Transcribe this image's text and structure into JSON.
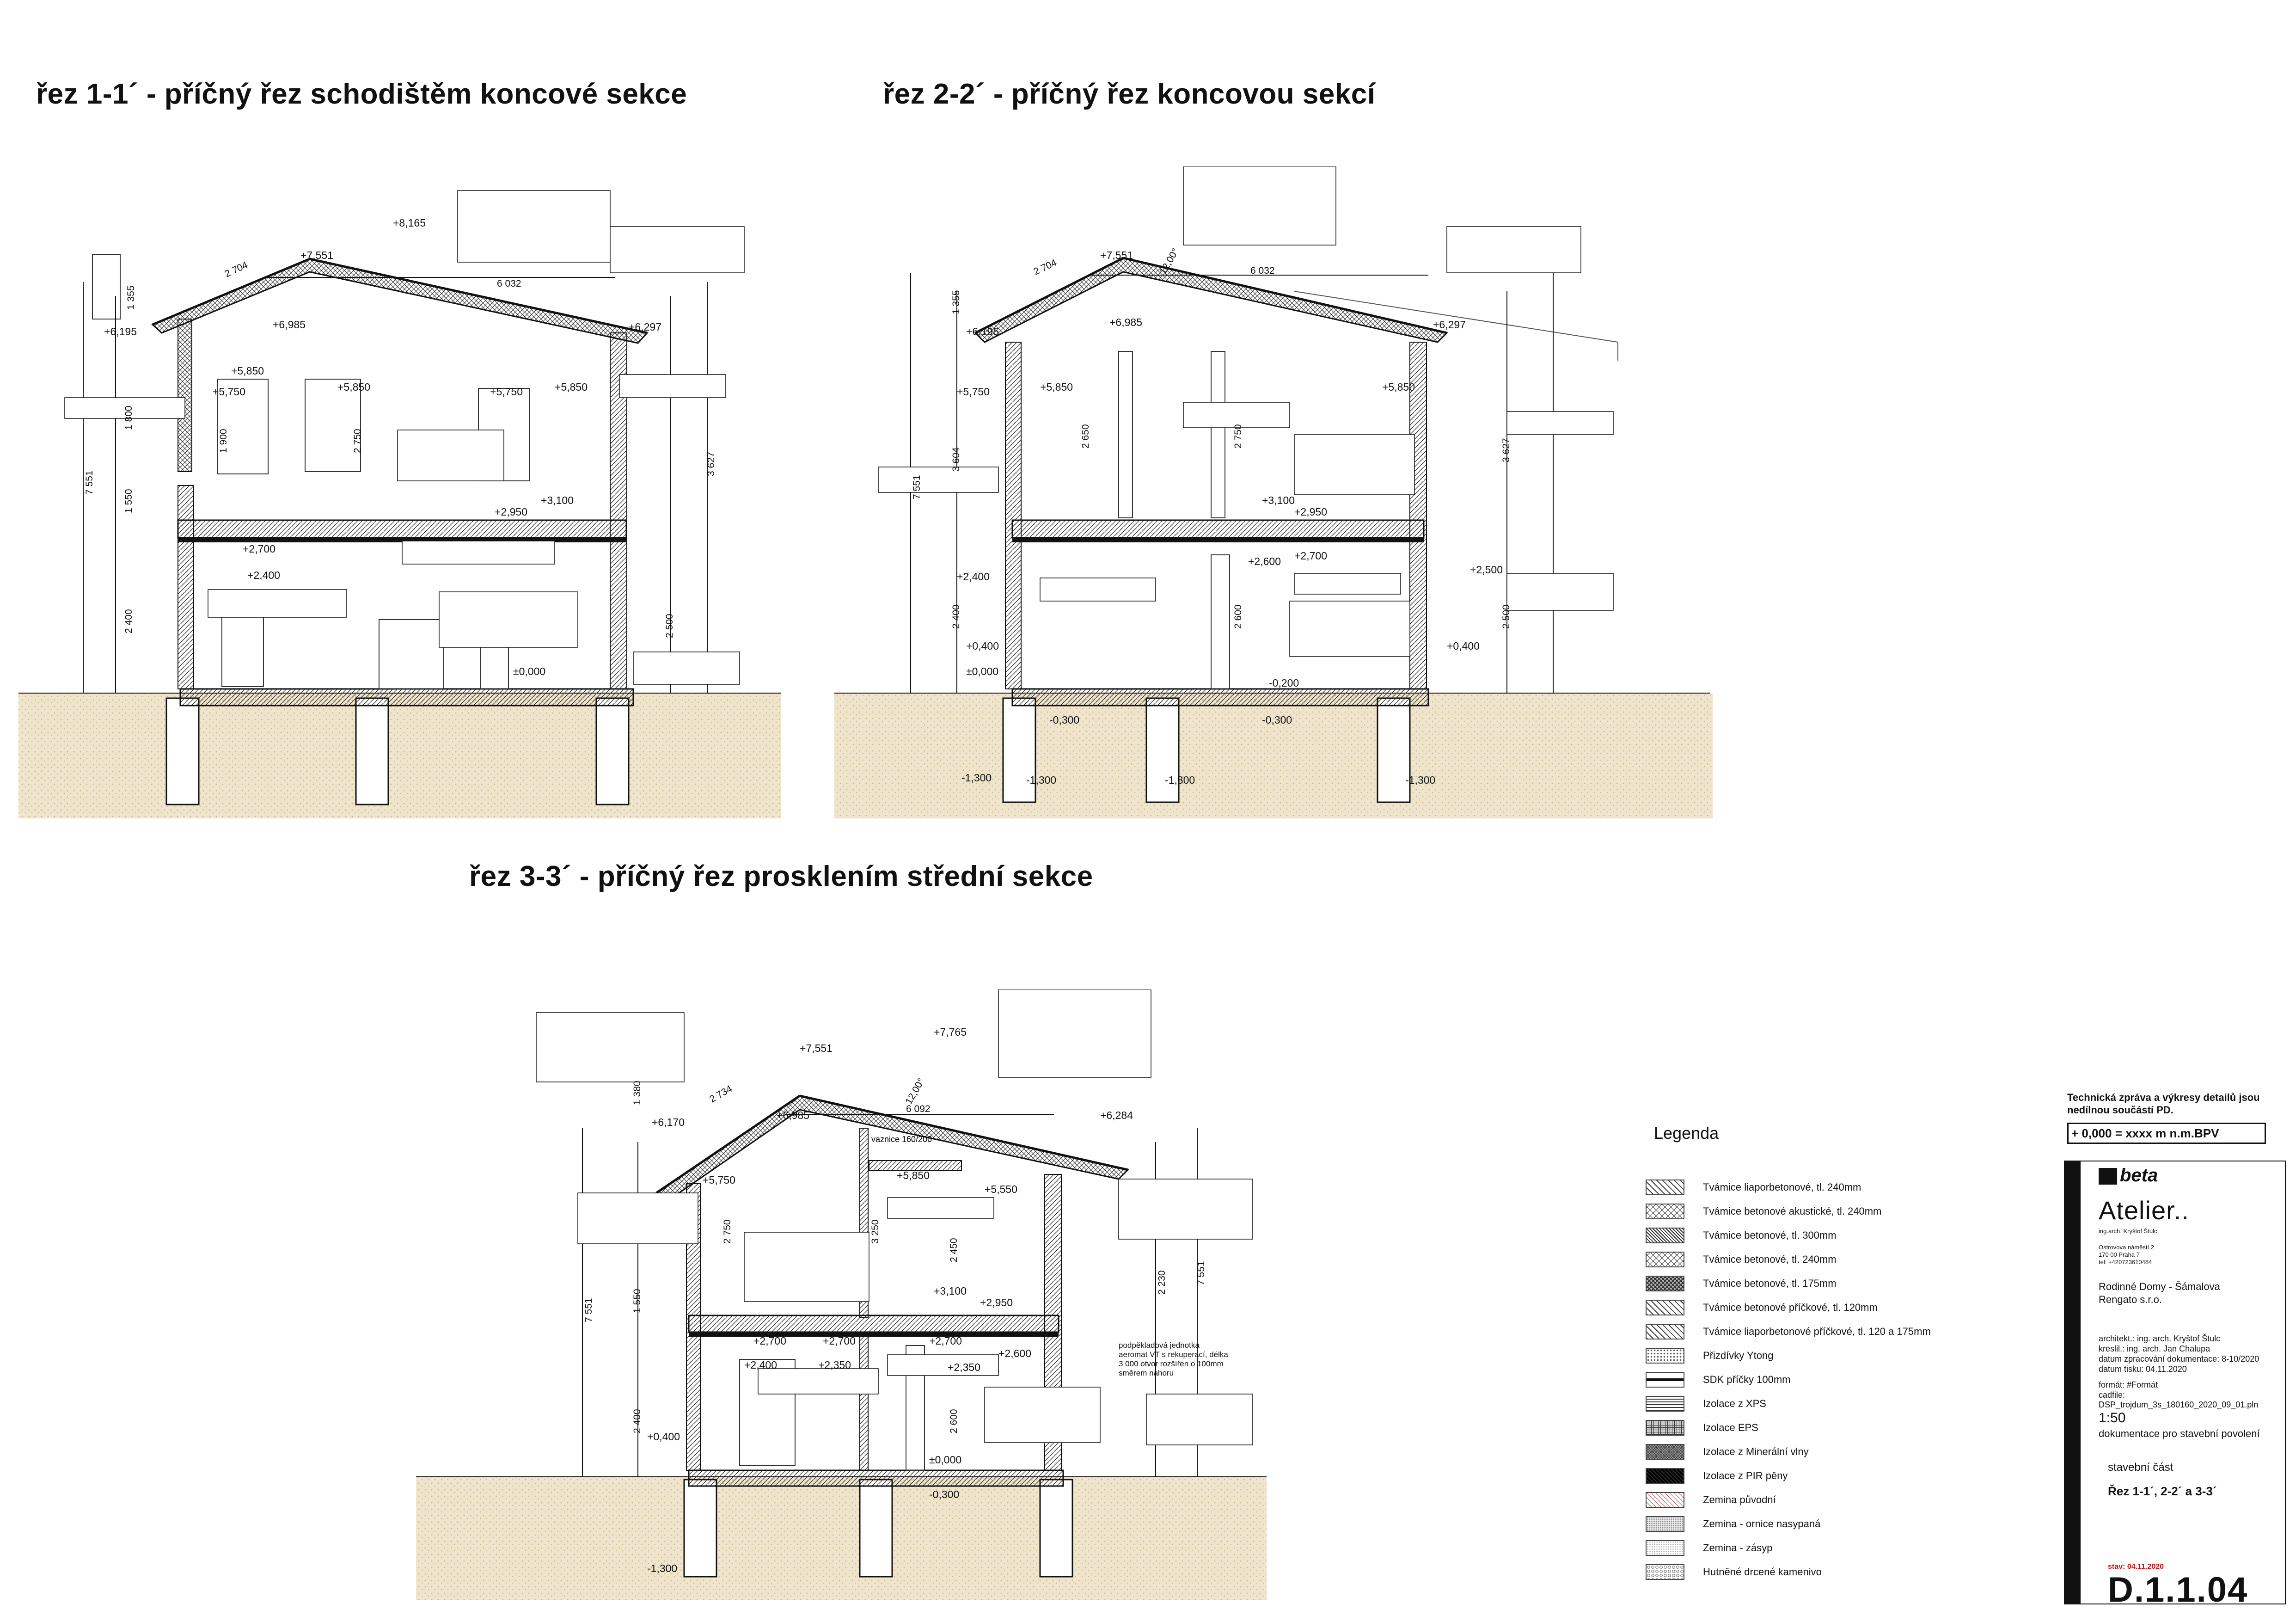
{
  "titles": {
    "section1": "řez 1-1´ - příčný řez schodištěm koncové sekce",
    "section2": "řez 2-2´ - příčný řez koncovou sekcí",
    "section3": "řez 3-3´ - příčný řez prosklením střední sekce"
  },
  "section1": {
    "levels": [
      "+8,165",
      "+7,551",
      "+6,985",
      "+6,195",
      "+6,297",
      "+5,850",
      "+5,750",
      "+5,850",
      "+5,750",
      "+5,850",
      "+3,100",
      "+2,950",
      "+2,700",
      "+2,400",
      "±0,000"
    ],
    "dims": [
      "7 551",
      "1 355",
      "2 750",
      "2 400",
      "1 550",
      "1 800",
      "3 627",
      "2 500",
      "1 900",
      "6 032",
      "2 704"
    ]
  },
  "section2": {
    "levels": [
      "+7,551",
      "+6,985",
      "+6,195",
      "+6,297",
      "+5,850",
      "+5,750",
      "+5,850",
      "+3,100",
      "+2,950",
      "+2,700",
      "+2,600",
      "+2,500",
      "+2,400",
      "+0,400",
      "+0,400",
      "±0,000",
      "-0,200",
      "-0,300",
      "-0,300",
      "-1,300",
      "-1,300",
      "-1,300",
      "-1,300"
    ],
    "dims": [
      "7 551",
      "1 355",
      "3 604",
      "2 650",
      "2 750",
      "2 400",
      "2 600",
      "3 627",
      "2 500",
      "6 032",
      "2 704",
      "12,00°"
    ]
  },
  "section3": {
    "levels": [
      "+7,765",
      "+7,551",
      "+6,985",
      "+6,170",
      "+6,284",
      "+5,850",
      "+5,750",
      "+5,550",
      "+3,100",
      "+2,950",
      "+2,700",
      "+2,700",
      "+2,700",
      "+2,600",
      "+2,400",
      "+2,350",
      "+2,350",
      "+0,400",
      "±0,000",
      "-0,300",
      "-1,300"
    ],
    "dims": [
      "7 551",
      "1 380",
      "2 750",
      "1 550",
      "2 400",
      "3 250",
      "2 450",
      "2 600",
      "2 230",
      "7 551",
      "6 092",
      "2 734",
      "12,00°"
    ],
    "notes": [
      "vaznice 160/200",
      "podpěkladová jednotka aeromat VT s rekuperací, délka 3 000 otvor rozšířen o 100mm směrem nahoru"
    ]
  },
  "legend": {
    "title": "Legenda",
    "items": [
      {
        "label": "Tvámice liaporbetonové, tl. 240mm",
        "pattern": "diag"
      },
      {
        "label": "Tvámice betonové akustické, tl. 240mm",
        "pattern": "cross"
      },
      {
        "label": "Tvámice betonové, tl. 300mm",
        "pattern": "diag-dense"
      },
      {
        "label": "Tvámice betonové, tl. 240mm",
        "pattern": "cross"
      },
      {
        "label": "Tvámice betonové, tl. 175mm",
        "pattern": "cross-dense"
      },
      {
        "label": "Tvámice betonové příčkové, tl. 120mm",
        "pattern": "diag"
      },
      {
        "label": "Tvámice liaporbetonové příčkové, tl. 120 a 175mm",
        "pattern": "diag"
      },
      {
        "label": "Přizdívky Ytong",
        "pattern": "dots"
      },
      {
        "label": "SDK příčky 100mm",
        "pattern": "line"
      },
      {
        "label": "Izolace z XPS",
        "pattern": "hatch-h"
      },
      {
        "label": "Izolace EPS",
        "pattern": "grid"
      },
      {
        "label": "Izolace z Minerální vlny",
        "pattern": "grid-dense"
      },
      {
        "label": "Izolace z PIR pěny",
        "pattern": "black"
      },
      {
        "label": "Zemina původní",
        "pattern": "diag-red"
      },
      {
        "label": "Zemina - ornice nasypaná",
        "pattern": "dots-fine"
      },
      {
        "label": "Zemina - zásyp",
        "pattern": "dots-light"
      },
      {
        "label": "Hutněné drcené kamenivo",
        "pattern": "stone"
      }
    ]
  },
  "title_block": {
    "note": "Technická zpráva a výkresy detailů jsou nedílnou součástí PD.",
    "level_ref": "+ 0,000 = xxxx    m n.m.BPV",
    "logo": "beta",
    "studio": "Atelier..",
    "studio_lines": [
      "ing.arch. Kryštof Štulc",
      "Ostrovova náměstí 2",
      "170 00 Praha 7",
      "tel: +420723610484"
    ],
    "client": "Rodinné Domy - Šámalova",
    "client2": "Rengato s.r.o.",
    "architect": "architekt.: ing. arch. Kryštof Štulc",
    "drawn": "kreslil.: ing. arch. Jan Chalupa",
    "date_processed": "datum zpracování dokumentace: 8-10/2020",
    "date_print": "datum tisku: 04.11.2020",
    "format_label": "formát:",
    "format_value": "#Formát",
    "cadfile": "cadfile: DSP_trojdum_3s_180160_2020_09_01.pln",
    "scale": "1:50",
    "purpose": "dokumentace pro stavební povolení",
    "part": "stavební část",
    "sheet_title": "Řez 1-1´, 2-2´ a 3-3´",
    "status_label": "stav:",
    "status_date": "04.11.2020",
    "sheet_number": "D.1.1.04"
  },
  "colors": {
    "ground": "#eee2c9",
    "ground_dot": "#d6c39a",
    "line": "#111111",
    "status_red": "#d01010"
  }
}
